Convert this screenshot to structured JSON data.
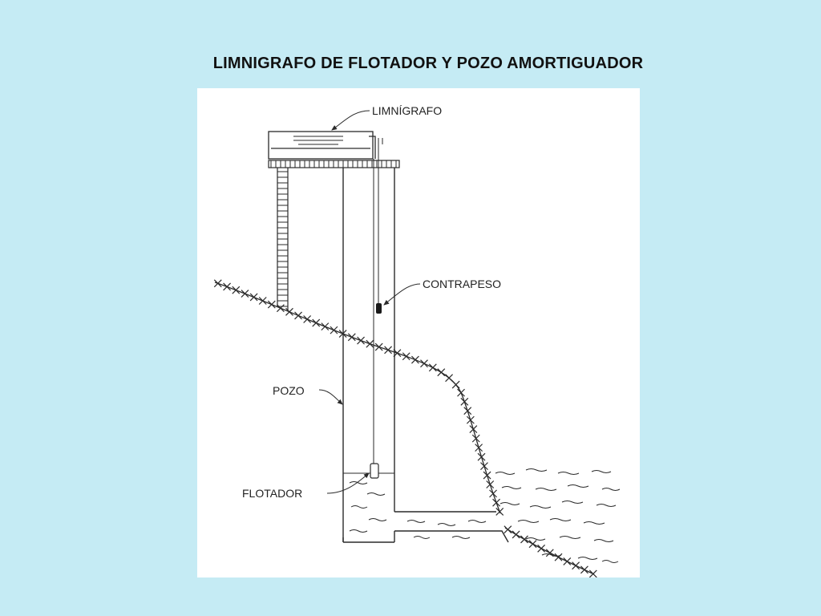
{
  "title": "LIMNIGRAFO DE FLOTADOR Y POZO AMORTIGUADOR",
  "diagram": {
    "labels": {
      "limnigrafo": "LIMNÍGRAFO",
      "contrapeso": "CONTRAPESO",
      "pozo": "POZO",
      "flotador": "FLOTADOR"
    }
  },
  "colors": {
    "background": "#c5ebf4",
    "panel": "#ffffff",
    "ink": "#2a2a2a"
  }
}
